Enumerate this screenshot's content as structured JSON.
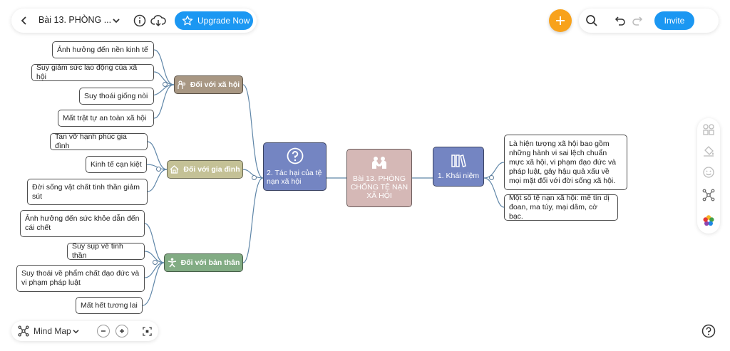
{
  "toolbar": {
    "doc_title": "Bài 13. PHÒNG ...",
    "upgrade_label": "Upgrade Now",
    "invite_label": "Invite"
  },
  "bottom": {
    "view_mode": "Mind Map"
  },
  "mindmap": {
    "central": "Bài 13. PHÒNG CHỐNG TỆ NẠN XÃ HỘI",
    "branch_concept": "1. Khái niệm",
    "branch_harm": "2. Tác hại của tệ nạn xã hội",
    "concept_items": [
      "Là hiện tượng xã hội bao gồm những hành vi sai lệch chuẩn mực xã hội, vi phạm đạo đức và pháp luật, gây hậu quả xấu về mọi mặt đối với đời sống xã hội.",
      "Một số tệ nạn xã hội: mê tín dị đoan, ma túy, mại dâm, cờ bạc."
    ],
    "society": {
      "label": "Đối với xã hội",
      "items": [
        "Ảnh hưởng đến nền kinh tế",
        "Suy giảm sức lao động của xã hội",
        "Suy thoái giống nòi",
        "Mất trật tự an toàn xã hội"
      ]
    },
    "family": {
      "label": "Đối với gia đình",
      "items": [
        "Tan vỡ hạnh phúc gia đình",
        "Kinh tế cạn kiệt",
        "Đời sống vật chất tinh thần giảm sút"
      ]
    },
    "self": {
      "label": "Đối với bản thân",
      "items": [
        "Ảnh hưởng đến sức khỏe dẫn đến cái chết",
        "Suy sụp về tinh thần",
        "Suy thoái về phẩm chất đạo đức và vi phạm pháp luật",
        "Mất hết tương lai"
      ]
    }
  },
  "colors": {
    "accent": "#1b97f2",
    "fab": "#f8a21c",
    "central": "#d5b8b6",
    "concept": "#7485c2",
    "harm": "#7485c2",
    "society": "#a89783",
    "family": "#c4c196",
    "self": "#82ac84"
  }
}
